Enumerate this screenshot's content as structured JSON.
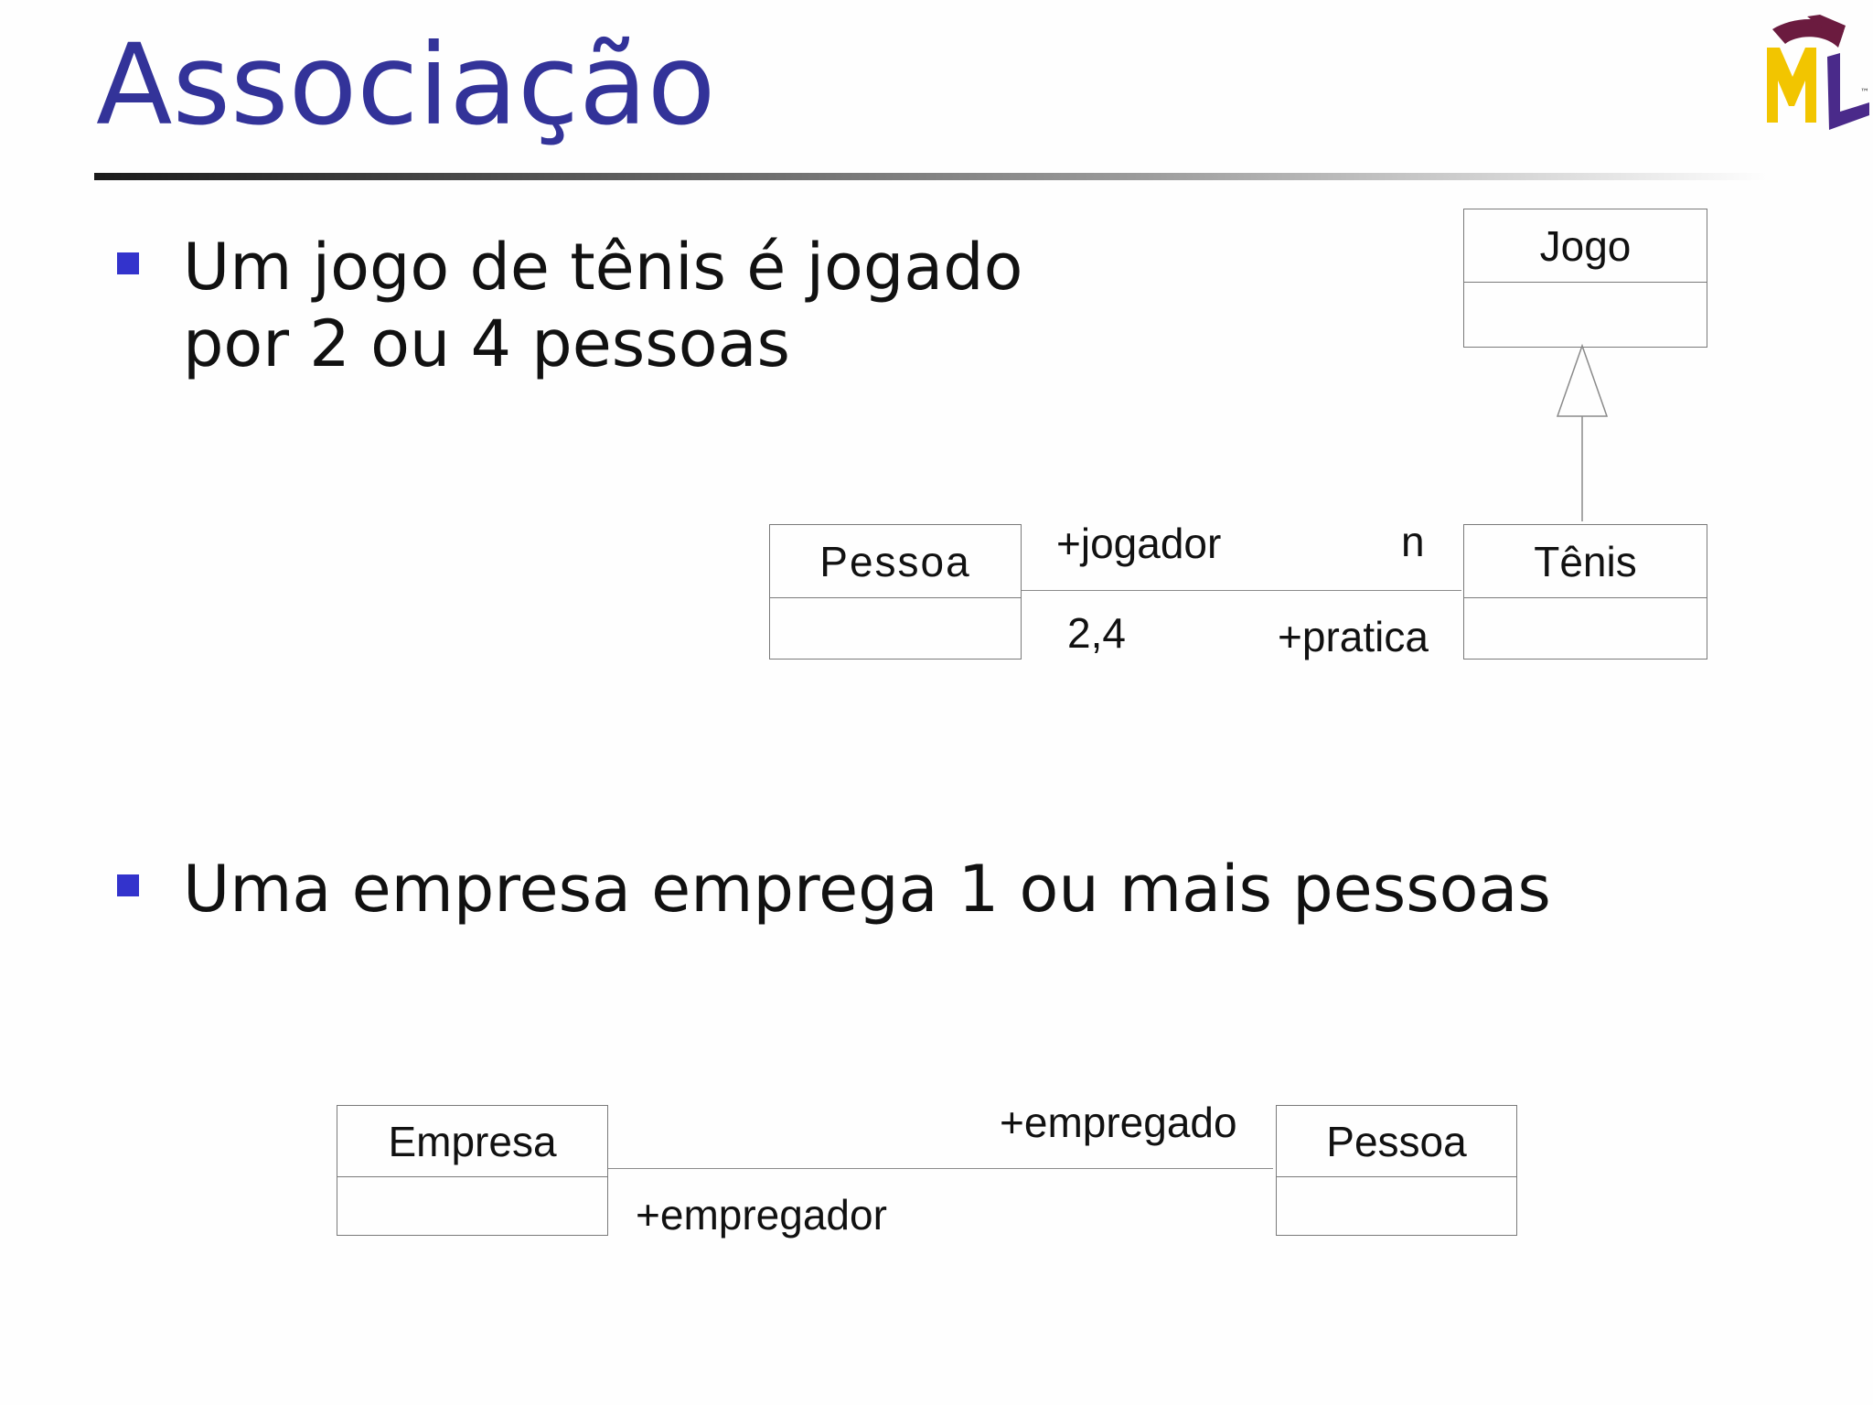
{
  "slide": {
    "title": "Associação",
    "logo": {
      "icon": "uml-logo-icon",
      "colors": {
        "maroon": "#6b1b3f",
        "yellow": "#f2c500",
        "purple": "#4a2a8a"
      }
    },
    "title_color": "#333399",
    "bullet_color": "#3333cc"
  },
  "bullets": [
    {
      "line1": "Um jogo de tênis é jogado",
      "line2": "por 2 ou 4 pessoas"
    },
    {
      "line1": "Uma empresa emprega 1 ou mais pessoas"
    }
  ],
  "diagram1": {
    "classes": {
      "pessoa": "Pessoa",
      "tenis": "Tênis",
      "jogo": "Jogo"
    },
    "association": {
      "role_left": "+jogador",
      "mult_right": "n",
      "mult_left": "2,4",
      "role_right": "+pratica"
    },
    "generalization": {
      "from": "Tênis",
      "to": "Jogo"
    }
  },
  "diagram2": {
    "classes": {
      "empresa": "Empresa",
      "pessoa": "Pessoa"
    },
    "association": {
      "role_top": "+empregado",
      "role_bottom": "+empregador"
    }
  }
}
